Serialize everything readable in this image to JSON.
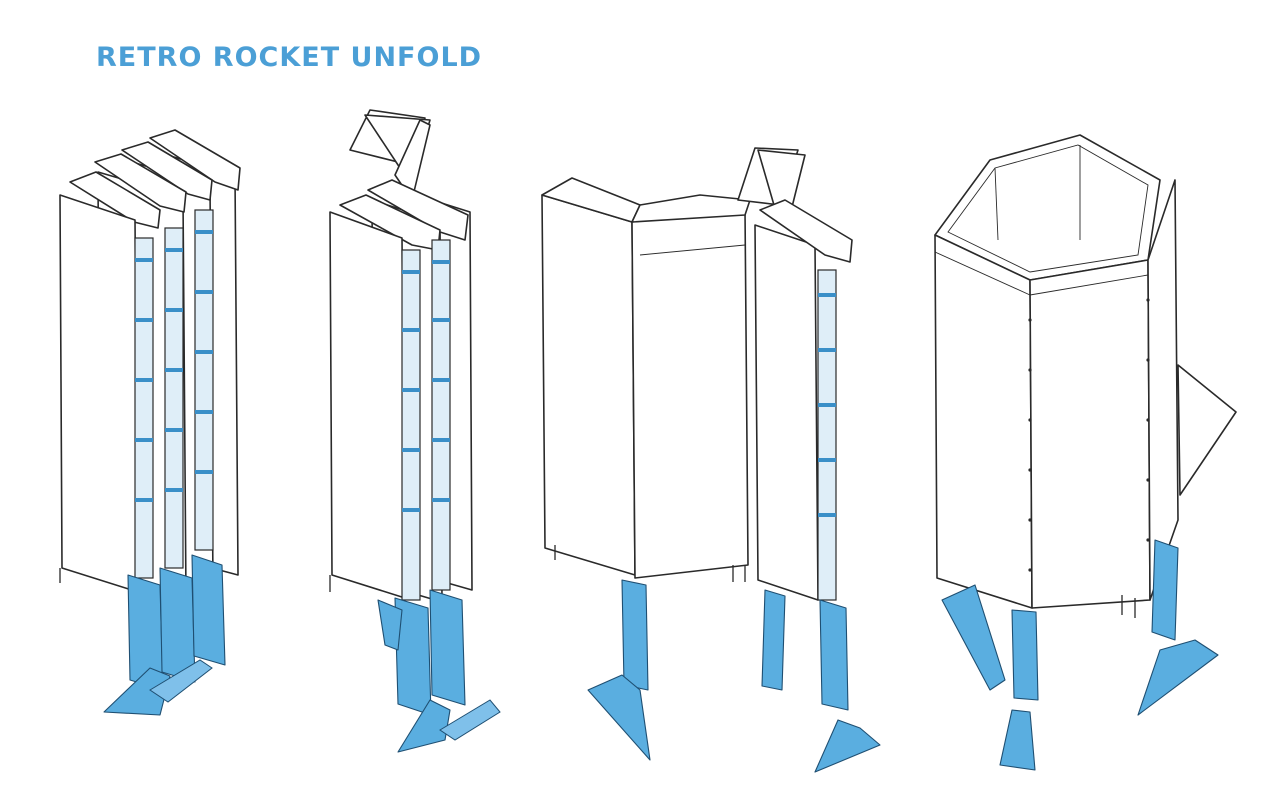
{
  "title": "RETRO ROCKET UNFOLD",
  "colors": {
    "accent": "#4b9fd6",
    "line": "#2a2a2a",
    "fill": "#5aaee0"
  },
  "stages": [
    {
      "id": "folded",
      "state": "all panels folded flat"
    },
    {
      "id": "first-open",
      "state": "top hatch lifted"
    },
    {
      "id": "half-open",
      "state": "panels partially unfolded"
    },
    {
      "id": "deployed",
      "state": "hexagonal structure fully unfolded"
    }
  ]
}
